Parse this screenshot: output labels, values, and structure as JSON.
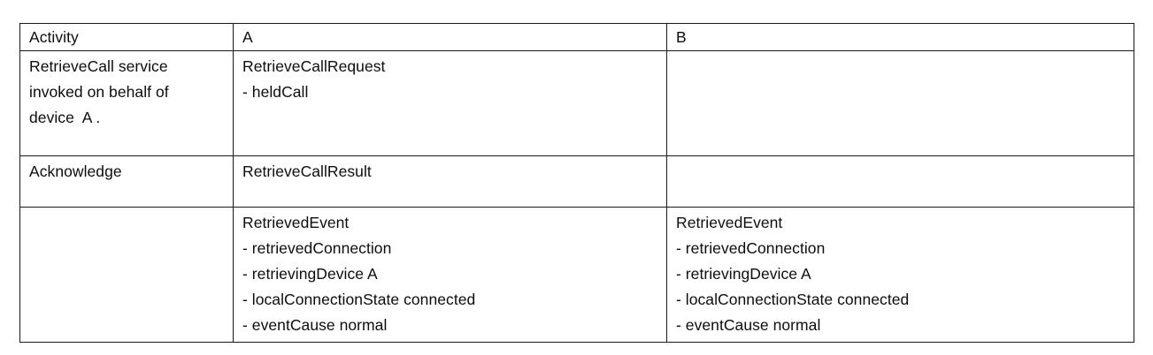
{
  "table": {
    "columns": [
      {
        "key": "activity",
        "header": "Activity"
      },
      {
        "key": "a",
        "header": "A"
      },
      {
        "key": "b",
        "header": "B"
      }
    ],
    "rows": [
      {
        "activity": [
          "RetrieveCall service",
          "invoked on behalf of",
          "device  A ."
        ],
        "a": [
          "RetrieveCallRequest",
          "- heldCall"
        ],
        "b": []
      },
      {
        "activity": [
          "Acknowledge"
        ],
        "a": [
          "RetrieveCallResult"
        ],
        "b": []
      },
      {
        "activity": [],
        "a": [
          "RetrievedEvent",
          "- retrievedConnection",
          "- retrievingDevice A",
          "- localConnectionState connected",
          "- eventCause normal"
        ],
        "b": [
          "RetrievedEvent",
          "- retrievedConnection",
          "- retrievingDevice A",
          "- localConnectionState connected",
          "- eventCause normal"
        ]
      }
    ]
  },
  "colors": {
    "border": "#1a1a1a",
    "text": "#0d0d0d",
    "background": "#ffffff"
  }
}
